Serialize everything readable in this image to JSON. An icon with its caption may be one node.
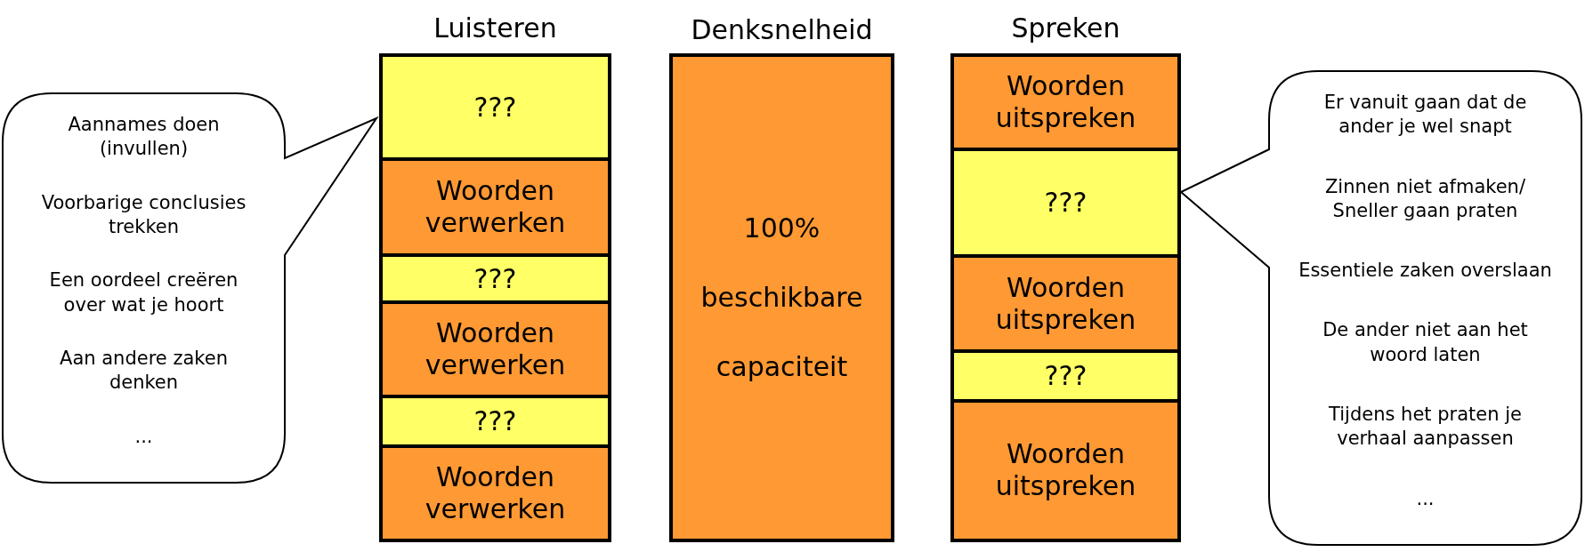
{
  "diagram": {
    "nodes": [
      {
        "text": [
          "Aannames doen (invullen)",
          "Voorbarige conclusies trekken",
          "Een oordeel creëren over wat je hoort",
          "Aan andere zaken denken",
          "..."
        ]
      },
      {
        "text": [
          "Luisteren"
        ]
      },
      {
        "text": [
          "???"
        ],
        "in": 1
      },
      {
        "text": [
          "Woorden verwerken"
        ],
        "in": 1
      },
      {
        "text": [
          "???"
        ],
        "in": 1
      },
      {
        "text": [
          "Woorden verwerken"
        ],
        "in": 1
      },
      {
        "text": [
          "???"
        ],
        "in": 1
      },
      {
        "text": [
          "Woorden verwerken"
        ],
        "in": 1
      },
      {
        "text": [
          "Denksnelheid",
          "100% beschikbare capaciteit"
        ]
      },
      {
        "text": [
          "Spreken"
        ]
      },
      {
        "text": [
          "Woorden uitspreken"
        ],
        "in": 9
      },
      {
        "text": [
          "???"
        ],
        "in": 9
      },
      {
        "text": [
          "Woorden uitspreken"
        ],
        "in": 9
      },
      {
        "text": [
          "???"
        ],
        "in": 9
      },
      {
        "text": [
          "Woorden uitspreken"
        ],
        "in": 9
      },
      {
        "text": [
          "Er vanuit gaan dat de ander je wel snapt",
          "Zinnen niet afmaken/ Sneller gaan praten",
          "Essentiele zaken overslaan",
          "De ander niet aan het woord laten",
          "Tijdens het praten je verhaal aanpassen",
          "..."
        ]
      }
    ]
  }
}
